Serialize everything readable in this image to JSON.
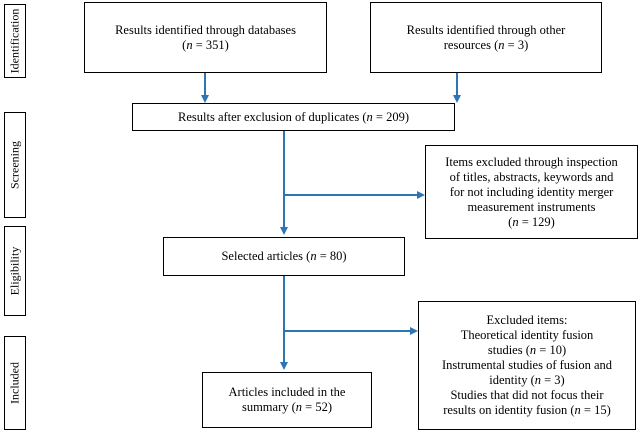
{
  "stages": {
    "identification": "Identification",
    "screening": "Screening",
    "eligibility": "Eligibility",
    "included": "Included"
  },
  "boxes": {
    "databases": {
      "line1": "Results identified through databases",
      "count_pre": "(",
      "count_var": "n",
      "count_post": " = 351)"
    },
    "other_resources": {
      "line1": "Results identified through other",
      "line2_pre": "resources (",
      "count_var": "n",
      "count_post": " = 3)"
    },
    "duplicates": {
      "line1_pre": "Results after exclusion of duplicates (",
      "count_var": "n",
      "count_post": " = 209)"
    },
    "excluded_screening": {
      "line1": "Items excluded through inspection",
      "line2": "of titles, abstracts, keywords and",
      "line3": "for not including identity merger",
      "line4": "measurement instruments",
      "count_pre": "(",
      "count_var": "n",
      "count_post": " = 129)"
    },
    "selected": {
      "line1_pre": "Selected articles (",
      "count_var": "n",
      "count_post": " =  80)"
    },
    "excluded_items": {
      "heading": "Excluded items:",
      "line2": "Theoretical identity fusion",
      "line3_pre": "studies (",
      "line3_var": "n",
      "line3_post": " = 10)",
      "line4": "Instrumental studies of fusion and",
      "line5_pre": "identity (",
      "line5_var": "n",
      "line5_post": " = 3)",
      "line6": "Studies that did not focus their",
      "line7_pre": "results on identity fusion (",
      "line7_var": "n",
      "line7_post": " = 15)"
    },
    "summary": {
      "line1": "Articles included in the",
      "line2_pre": "summary (",
      "count_var": "n",
      "count_post": " = 52)"
    }
  },
  "colors": {
    "arrow": "#2e75b6",
    "border": "#000000",
    "text": "#000000"
  }
}
